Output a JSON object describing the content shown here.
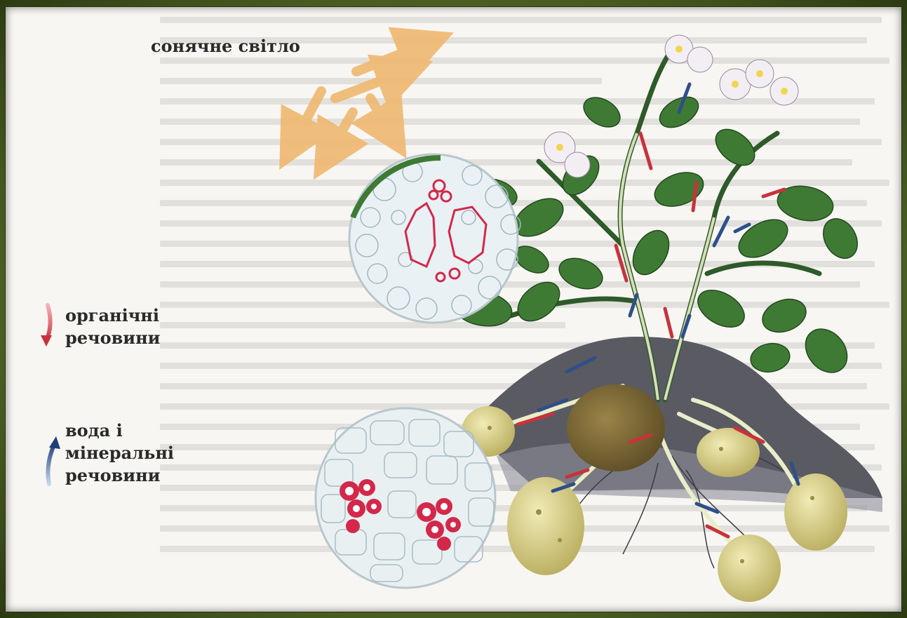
{
  "labels": {
    "sunlight": "сонячне світло",
    "organic_line1": "органічні",
    "organic_line2": "речовини",
    "water_line1": "вода і",
    "water_line2": "мінеральні",
    "water_line3": "речовини"
  },
  "colors": {
    "frame_border": "#3d4f1a",
    "organic_arrow": "#c8323c",
    "water_arrow": "#2f4f8a",
    "sun_arrow": "#f0b870",
    "leaf": "#3f7a35",
    "tuber": "#d8cf86",
    "soil": "#5a5a62",
    "vessel": "#d4284a"
  },
  "icons": {
    "organic": "red-down-arrow-icon",
    "water": "blue-up-arrow-icon"
  }
}
